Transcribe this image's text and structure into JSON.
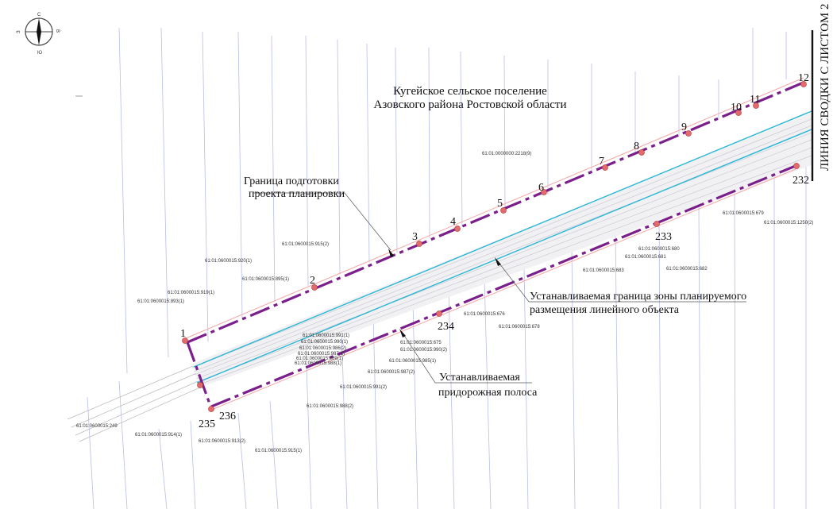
{
  "title": {
    "line1": "Кугейское сельское поселение",
    "line2": "Азовского района Ростовской области"
  },
  "callouts": {
    "planning_boundary": [
      "Граница  подготовки",
      "проекта планировки"
    ],
    "zone_boundary": [
      "Устанавливаемая граница зоны планируемого",
      "размещения линейного объекта"
    ],
    "roadside_strip": [
      "Устанавливаемая",
      "придорожная полоса"
    ]
  },
  "match_line": "ЛИНИЯ СВОДКИ С ЛИСТОМ 2",
  "compass": {
    "n": "С",
    "e": "В",
    "s": "Ю",
    "w": "З"
  },
  "points": {
    "p1": "1",
    "p2": "2",
    "p3": "3",
    "p4": "4",
    "p5": "5",
    "p6": "6",
    "p7": "7",
    "p8": "8",
    "p9": "9",
    "p10": "10",
    "p11": "11",
    "p12": "12",
    "p232": "232",
    "p233": "233",
    "p234": "234",
    "p235": "235",
    "p236": "236"
  },
  "parcels": {
    "c1": "61:01:0000000:2218(9)",
    "c2": "61:01:0600015:915(2)",
    "c3": "61:01:0600015:920(1)",
    "c4": "61:01:0600015:895(1)",
    "c5": "61:01:0600015:919(1)",
    "c6": "61:01:0600015:893(1)",
    "c7": "61:01:0600015:679",
    "c8": "61:01:0600015:1250(2)",
    "c9": "61:01:0600015:680",
    "c10": "61:01:0600015:681",
    "c11": "61:01:0600015:682",
    "c12": "61:01:0600015:683",
    "c13": "61:01:0600015:676",
    "c14": "61:01:0600015:678",
    "c15": "61:01:0600015:675",
    "c16": "61:01:0600015:991(1)",
    "c17": "61:01:0600015:990(1)",
    "c18": "61:01:0600015:986(2)",
    "c19": "61:01:0600015:987(1)",
    "c20": "61:01:0600015:989(1)",
    "c21": "61:01:0600015:988(1)",
    "c22": "61:01:0600015:990(2)",
    "c23": "61:01:0600015:985(1)",
    "c24": "61:01:0600015:987(2)",
    "c25": "61:01:0600015:991(2)",
    "c26": "61:01:0600015:988(2)",
    "c27": "61:01:0600015:249",
    "c28": "61:01:0600015:914(1)",
    "c29": "61:01:0600015:913(2)",
    "c30": "61:01:0600015:915(1)"
  }
}
